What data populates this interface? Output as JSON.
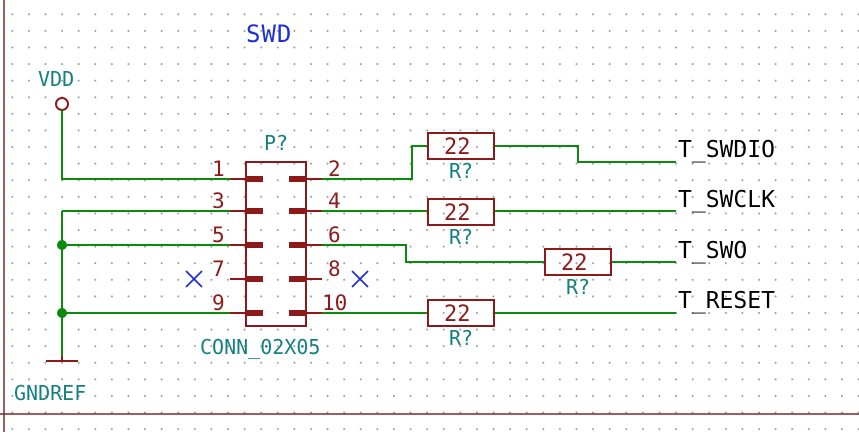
{
  "sheet_title": "SWD",
  "power": {
    "vdd_label": "VDD",
    "gnd_label": "GNDREF"
  },
  "connector": {
    "reference": "P?",
    "value": "CONN_02X05",
    "left_pins": [
      "1",
      "3",
      "5",
      "7",
      "9"
    ],
    "right_pins": [
      "2",
      "4",
      "6",
      "8",
      "10"
    ]
  },
  "resistors": [
    {
      "value": "22",
      "reference": "R?"
    },
    {
      "value": "22",
      "reference": "R?"
    },
    {
      "value": "22",
      "reference": "R?"
    },
    {
      "value": "22",
      "reference": "R?"
    }
  ],
  "net_labels": [
    "T_SWDIO",
    "T_SWCLK",
    "T_SWO",
    "T_RESET"
  ],
  "colors": {
    "wire": "#0b8a0b",
    "component": "#8c1a1a",
    "reference_text": "#15807f",
    "title_text": "#1e2fd6",
    "no_connect": "#1e2fd6"
  }
}
